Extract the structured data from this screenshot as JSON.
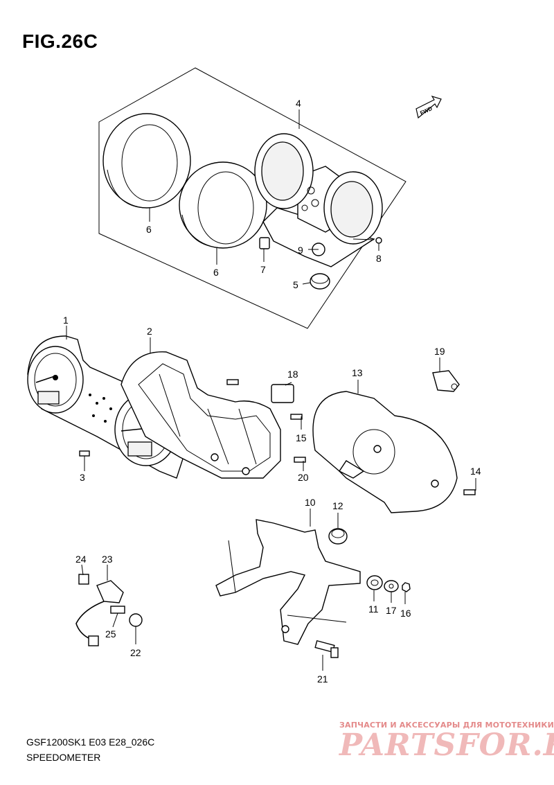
{
  "figure": {
    "title": "FIG.26C",
    "model_code": "GSF1200SK1 E03 E28_026C",
    "section": "SPEEDOMETER",
    "fwd_arrow": "FWD"
  },
  "watermark": {
    "tagline": "ЗАПЧАСТИ И АКСЕССУАРЫ ДЛЯ МОТОТЕХНИКИ",
    "brand": "PARTSFOR.RU"
  },
  "callouts": [
    {
      "id": "c4",
      "label": "4"
    },
    {
      "id": "c6a",
      "label": "6"
    },
    {
      "id": "c6b",
      "label": "6"
    },
    {
      "id": "c9",
      "label": "9"
    },
    {
      "id": "c7",
      "label": "7"
    },
    {
      "id": "c8",
      "label": "8"
    },
    {
      "id": "c5",
      "label": "5"
    },
    {
      "id": "c1",
      "label": "1"
    },
    {
      "id": "c2",
      "label": "2"
    },
    {
      "id": "c18",
      "label": "18"
    },
    {
      "id": "c13",
      "label": "13"
    },
    {
      "id": "c19",
      "label": "19"
    },
    {
      "id": "c15",
      "label": "15"
    },
    {
      "id": "c3",
      "label": "3"
    },
    {
      "id": "c20",
      "label": "20"
    },
    {
      "id": "c14",
      "label": "14"
    },
    {
      "id": "c10",
      "label": "10"
    },
    {
      "id": "c12",
      "label": "12"
    },
    {
      "id": "c24",
      "label": "24"
    },
    {
      "id": "c23",
      "label": "23"
    },
    {
      "id": "c25",
      "label": "25"
    },
    {
      "id": "c22",
      "label": "22"
    },
    {
      "id": "c11",
      "label": "11"
    },
    {
      "id": "c17",
      "label": "17"
    },
    {
      "id": "c16",
      "label": "16"
    },
    {
      "id": "c21",
      "label": "21"
    }
  ]
}
